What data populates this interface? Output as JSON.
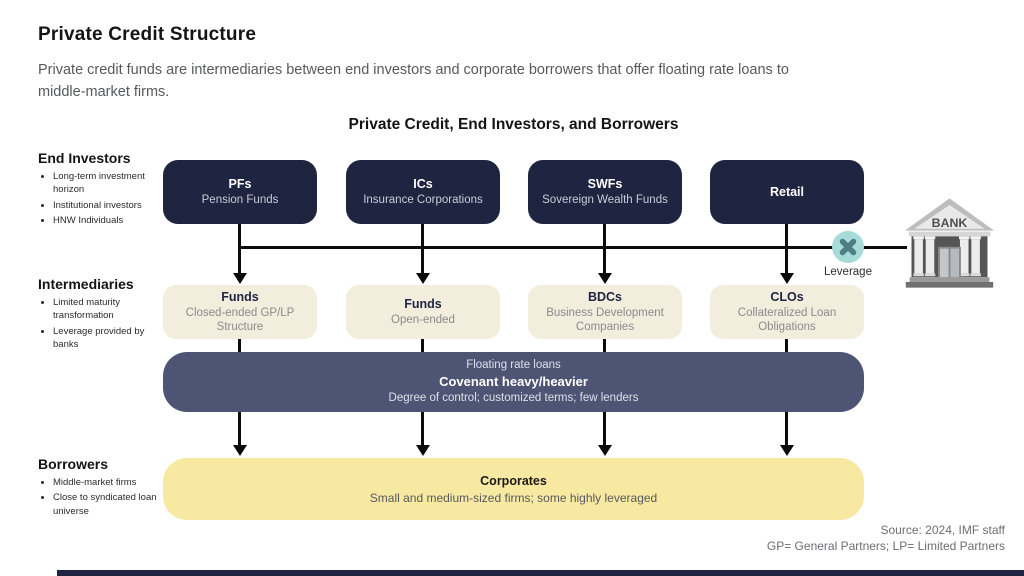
{
  "page": {
    "title": "Private Credit Structure",
    "subtitle": "Private credit funds are intermediaries between end investors and corporate borrowers that offer floating rate loans to middle-market firms.",
    "source_line1": "Source: 2024, IMF staff",
    "source_line2": "GP= General Partners; LP= Limited Partners"
  },
  "diagram": {
    "title": "Private Credit, End Investors, and Borrowers",
    "sections": [
      {
        "heading": "End Investors",
        "bullets": [
          "Long-term investment horizon",
          "Institutional investors",
          "HNW Individuals"
        ]
      },
      {
        "heading": "Intermediaries",
        "bullets": [
          "Limited maturity transformation",
          "Leverage provided by banks"
        ]
      },
      {
        "heading": "Borrowers",
        "bullets": [
          "Middle-market firms",
          "Close to syndicated loan universe"
        ]
      }
    ],
    "investors": [
      {
        "abbr": "PFs",
        "name": "Pension Funds"
      },
      {
        "abbr": "ICs",
        "name": "Insurance Corporations"
      },
      {
        "abbr": "SWFs",
        "name": "Sovereign Wealth Funds"
      },
      {
        "abbr": "Retail",
        "name": ""
      }
    ],
    "intermediaries": [
      {
        "abbr": "Funds",
        "name": "Closed-ended GP/LP Structure"
      },
      {
        "abbr": "Funds",
        "name": "Open-ended"
      },
      {
        "abbr": "BDCs",
        "name": "Business Development Companies"
      },
      {
        "abbr": "CLOs",
        "name": "Collateralized Loan Obligations"
      }
    ],
    "leverage_label": "Leverage",
    "bank_label": "BANK",
    "loan_band": {
      "line1": "Floating rate loans",
      "line2": "Covenant heavy/heavier",
      "line3": "Degree of control; customized terms; few lenders"
    },
    "borrowers_band": {
      "title": "Corporates",
      "subtitle": "Small and medium-sized firms; some highly leveraged"
    }
  },
  "colors": {
    "navy": "#1f2440",
    "cream": "#f3edde",
    "slate": "#4e5574",
    "yellow": "#f7e9a2",
    "teal": "#a6dbd9",
    "teal_x": "#4e7e84",
    "ink": "#141414",
    "gray": "#58595b"
  }
}
